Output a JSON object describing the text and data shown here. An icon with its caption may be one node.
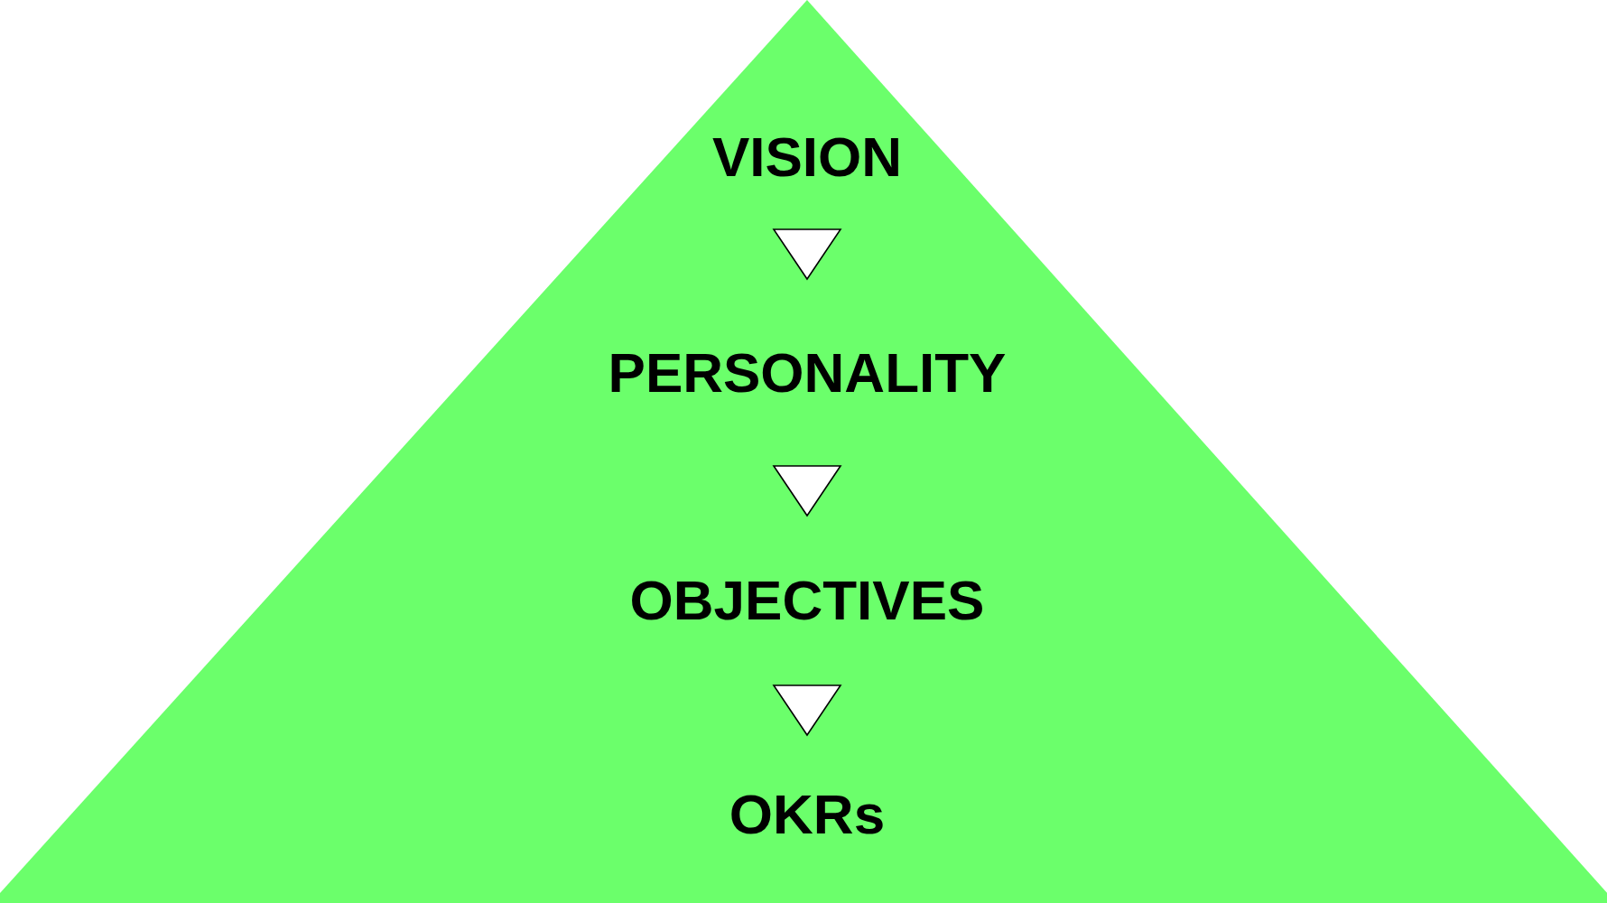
{
  "diagram": {
    "nodes": [
      {
        "text": [],
        "shape": "triangle"
      },
      {
        "text": [
          "VISION"
        ],
        "in": 0
      },
      {
        "text": [
          "PERSONALITY"
        ],
        "in": 0
      },
      {
        "text": [
          "OBJECTIVES"
        ],
        "in": 0
      },
      {
        "text": [
          "OKRs"
        ],
        "in": 0
      }
    ],
    "edges": [
      {
        "from": 1,
        "to": 2,
        "arrow": "to"
      },
      {
        "from": 2,
        "to": 3,
        "arrow": "to"
      },
      {
        "from": 3,
        "to": 4,
        "arrow": "to"
      }
    ]
  }
}
